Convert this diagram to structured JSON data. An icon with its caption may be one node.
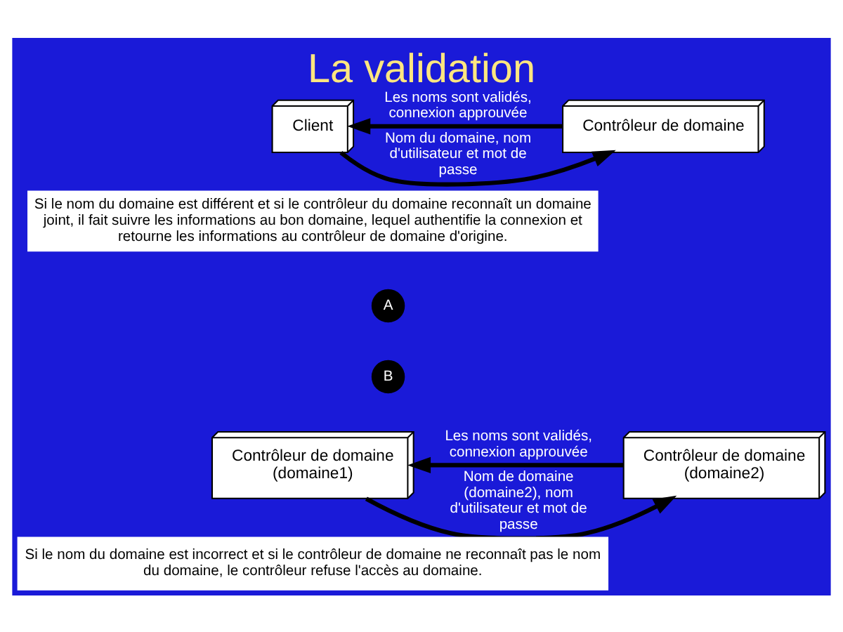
{
  "diagram": {
    "title": "La validation",
    "nodes": [
      {
        "text": [
          "Client"
        ]
      },
      {
        "text": [
          "Contrôleur de domaine"
        ]
      },
      {
        "text": [
          "Contrôleur de domaine (domaine1)"
        ]
      },
      {
        "text": [
          "Contrôleur de domaine (domaine2)"
        ]
      }
    ],
    "edges": [
      {
        "from": 0,
        "to": 1,
        "arrow": "to",
        "label": "Nom du domaine, nom d'utilisateur et mot de passe"
      },
      {
        "from": 1,
        "to": 0,
        "arrow": "to",
        "label": "Les noms sont validés, connexion approuvée"
      },
      {
        "from": 2,
        "to": 3,
        "arrow": "to",
        "label": "Nom de domaine (domaine2), nom d'utilisateur et mot de passe"
      },
      {
        "from": 3,
        "to": 2,
        "arrow": "to",
        "label": "Les noms sont validés, connexion approuvée"
      }
    ],
    "labels": [
      "Si le nom du domaine est différent et si le contrôleur du domaine reconnaît un domaine joint, il fait suivre les informations au bon domaine, lequel authentifie la connexion et retourne les informations au contrôleur de domaine d'origine.",
      "A",
      "B",
      "Si le nom du domaine est incorrect et si le contrôleur de domaine ne reconnaît pas le nom du domaine, le contrôleur refuse l'accès au domaine."
    ]
  }
}
